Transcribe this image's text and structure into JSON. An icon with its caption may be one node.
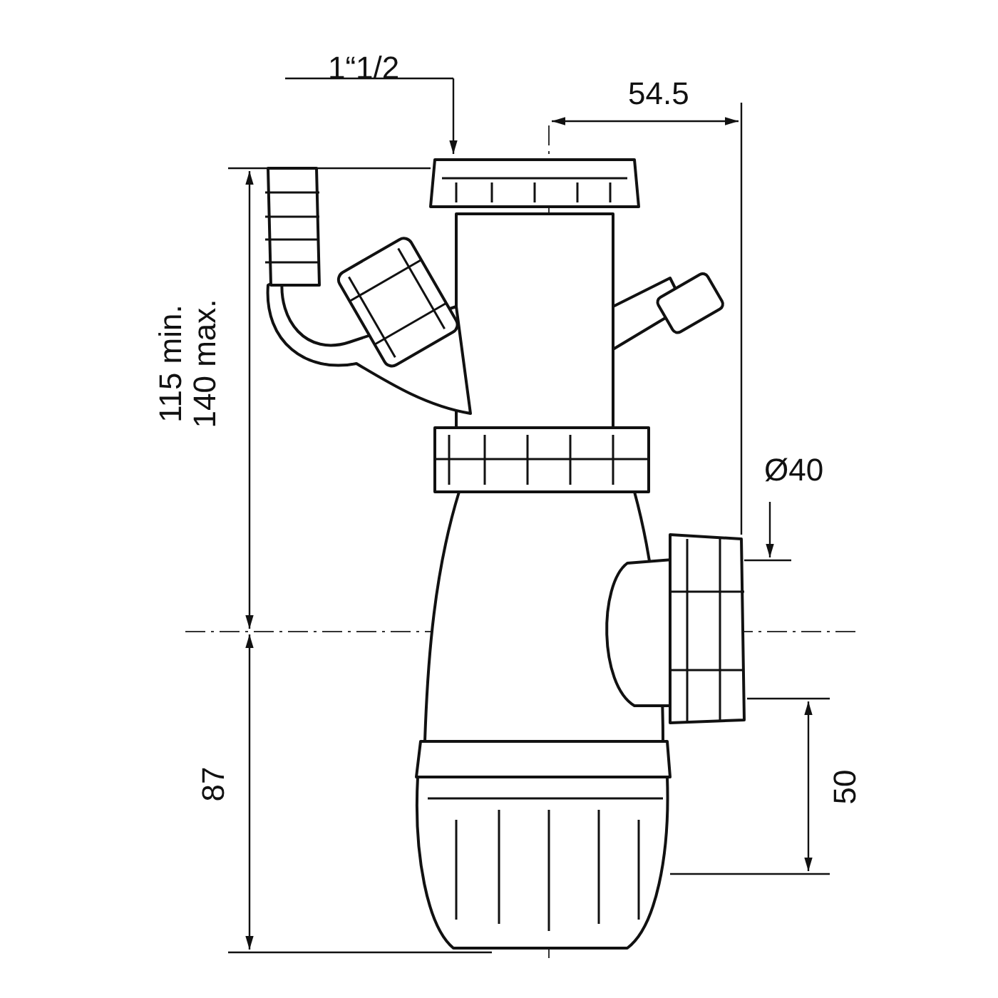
{
  "diagram": {
    "labels": [
      "1“1/2",
      "54.5",
      "115 min. 140 max.",
      "Ø40",
      "87",
      "50"
    ]
  }
}
